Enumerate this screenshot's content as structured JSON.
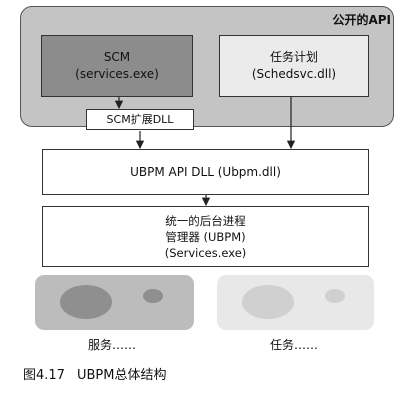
{
  "public_api": {
    "title": "公开的API"
  },
  "scm": {
    "line1": "SCM",
    "line2": "(services.exe)"
  },
  "task_scheduler": {
    "line1": "任务计划",
    "line2": "(Schedsvc.dll)"
  },
  "scm_extension": {
    "label": "SCM扩展DLL"
  },
  "ubpm_api": {
    "label": "UBPM API DLL (Ubpm.dll)"
  },
  "ubpm": {
    "line1": "统一的后台进程",
    "line2": "管理器 (UBPM)",
    "line3": "(Services.exe)"
  },
  "services": {
    "label": "服务……"
  },
  "tasks": {
    "label": "任务……"
  },
  "caption": {
    "number": "图4.17",
    "title": "UBPM总体结构"
  }
}
